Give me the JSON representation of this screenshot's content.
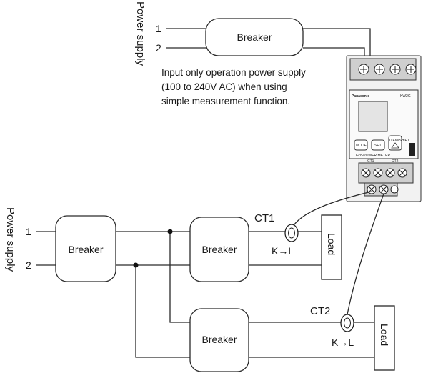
{
  "top_supply": {
    "label": "Power supply",
    "terminal_1": "1",
    "terminal_2": "2",
    "breaker": "Breaker"
  },
  "note": {
    "line1": "Input only operation power supply",
    "line2": "(100 to 240V AC) when using",
    "line3": "simple measurement function."
  },
  "meter": {
    "brand": "Panasonic",
    "model": "KW2G",
    "product": "Eco-POWER METER",
    "buttons": [
      "MODE",
      "SET",
      "ITEM/SHIFT"
    ],
    "ct_labels": [
      "CT1",
      "CT2"
    ]
  },
  "bottom_supply": {
    "label": "Power supply",
    "terminal_1": "1",
    "terminal_2": "2",
    "main_breaker": "Breaker",
    "branch_breaker_1": "Breaker",
    "branch_breaker_2": "Breaker"
  },
  "ct1": {
    "label": "CT1",
    "direction": "K→L"
  },
  "ct2": {
    "label": "CT2",
    "direction": "K→L"
  },
  "loads": {
    "load_1": "Load",
    "load_2": "Load"
  },
  "colors": {
    "line": "#2a2a2a",
    "text": "#1a1a1a",
    "meter_body": "#f2f2f2"
  }
}
